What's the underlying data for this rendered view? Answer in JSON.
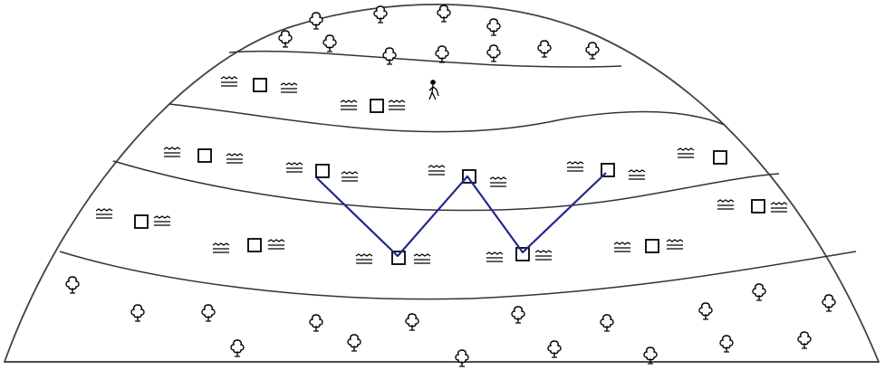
{
  "colors": {
    "background": "#ffffff",
    "outline": "#333333",
    "symbol": "#000000",
    "path": "#1f2a8c"
  },
  "icons": {
    "tree": "tree-icon",
    "grass": "grass-icon",
    "plot": "plot-square-icon",
    "person": "hiker-icon"
  },
  "bands": [
    "forest-band-top",
    "vegetation-band-1",
    "vegetation-band-2",
    "vegetation-band-3",
    "forest-band-bottom"
  ],
  "path_description_units": "none"
}
